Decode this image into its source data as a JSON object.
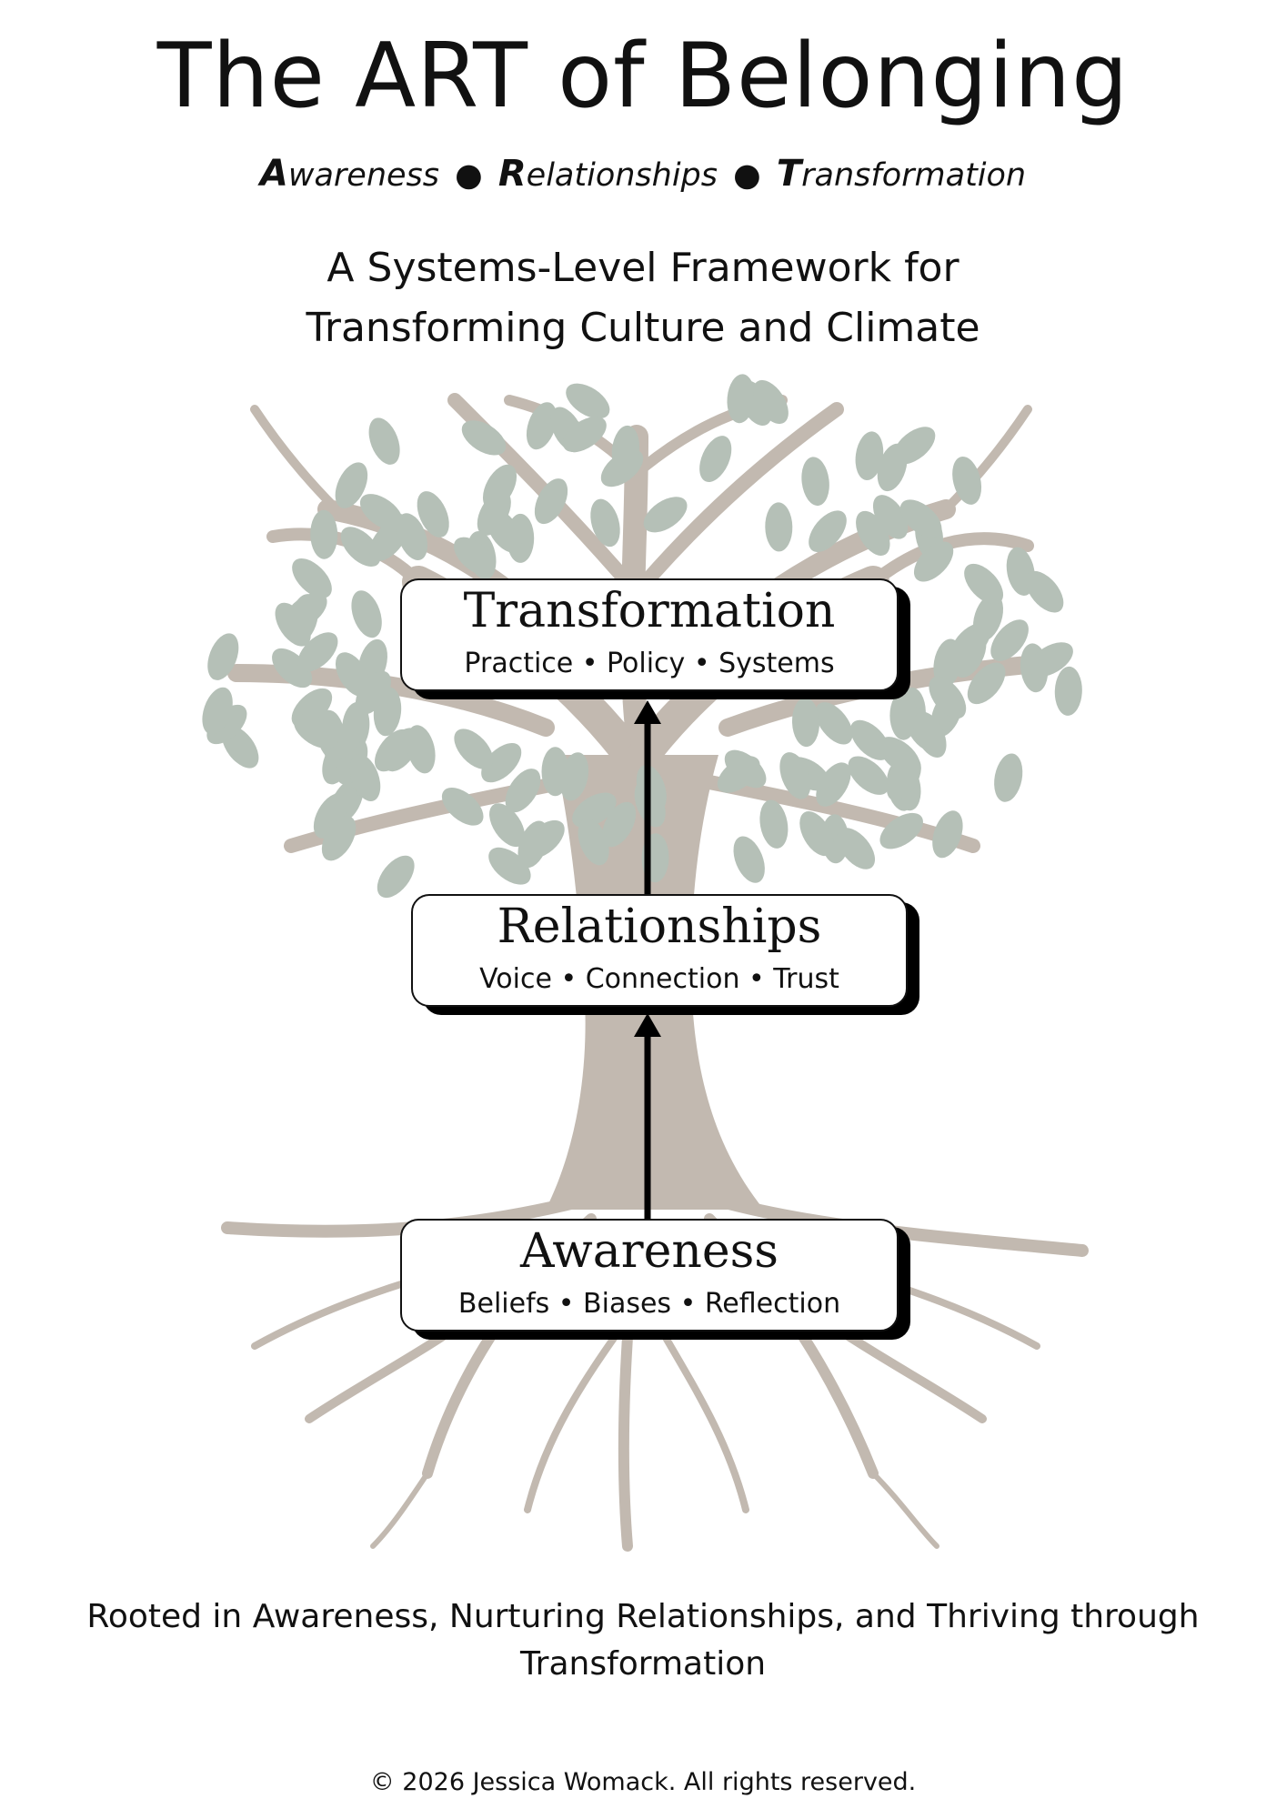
{
  "header": {
    "title": "The ART of Belonging",
    "tagline": [
      {
        "cap": "A",
        "rest": "wareness"
      },
      {
        "cap": "R",
        "rest": "elationships"
      },
      {
        "cap": "T",
        "rest": "ransformation"
      }
    ],
    "tagline_separator": "●",
    "subtitle_lines": [
      "A Systems-Level Framework for",
      "Transforming Culture and Climate"
    ]
  },
  "diagram": {
    "stages": [
      {
        "id": "transformation",
        "name": "Transformation",
        "items": "Practice • Policy • Systems"
      },
      {
        "id": "relationships",
        "name": "Relationships",
        "items": "Voice • Connection • Trust"
      },
      {
        "id": "awareness",
        "name": "Awareness",
        "items": "Beliefs • Biases • Reflection"
      }
    ],
    "colors": {
      "trunk": "#c2b9b0",
      "leaves": "#b5c0b7",
      "box_border": "#111111",
      "box_shadow": "#000000",
      "arrow": "#000000"
    }
  },
  "footer": {
    "lines": [
      "Rooted in Awareness, Nurturing Relationships, and Thriving through",
      "Transformation"
    ],
    "copyright": "© 2026 Jessica Womack. All rights reserved."
  }
}
